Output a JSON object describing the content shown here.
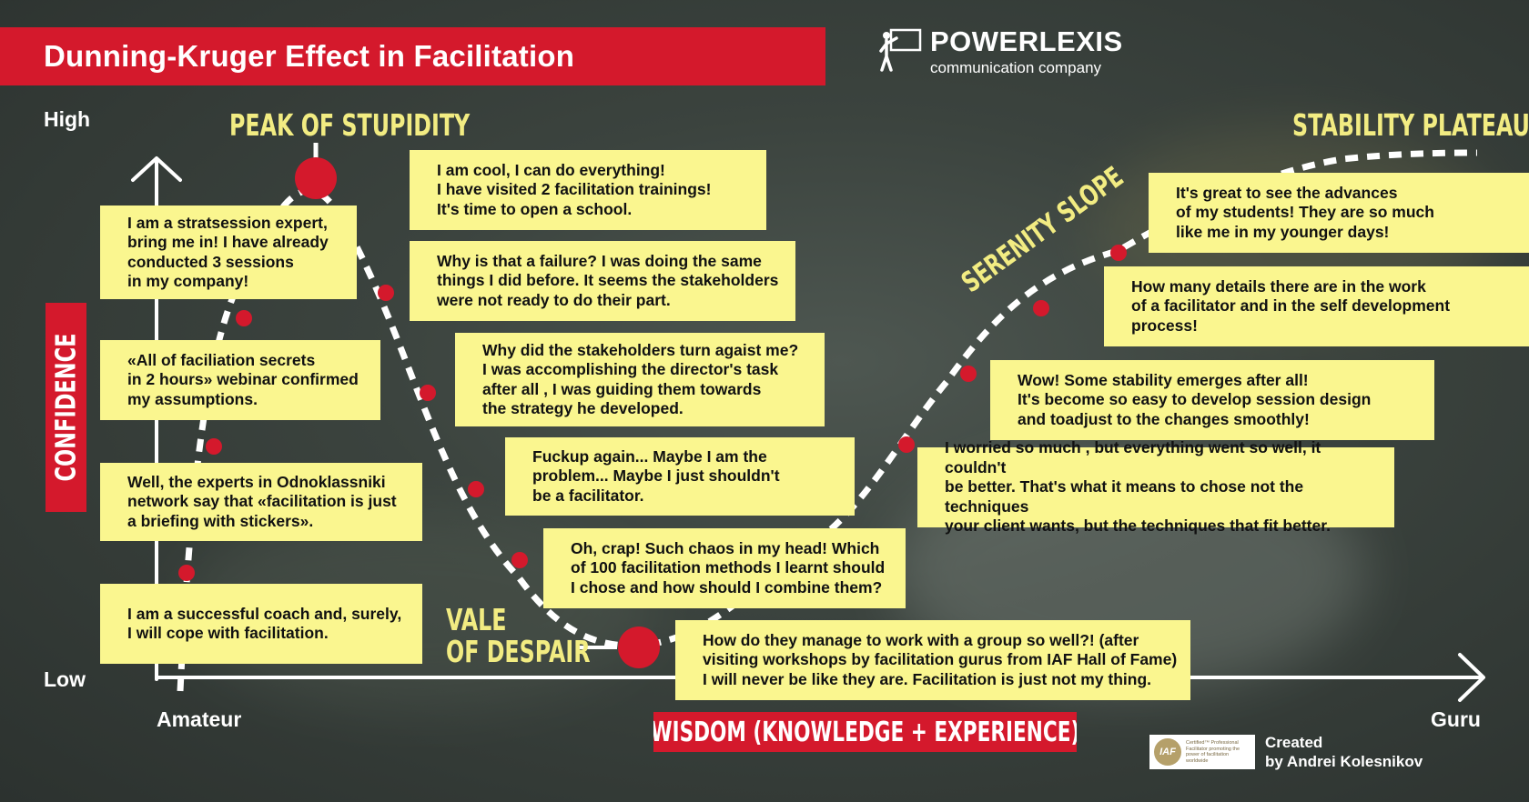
{
  "title": "Dunning-Kruger Effect in Facilitation",
  "brand": {
    "name": "POWERLEXIS",
    "tagline": "communication company"
  },
  "axis": {
    "y_high": "High",
    "y_low": "Low",
    "y_label": "CONFIDENCE",
    "x_start": "Amateur",
    "x_end": "Guru",
    "x_label": "WISDOM (KNOWLEDGE + EXPERIENCE)"
  },
  "stages": {
    "peak": "PEAK OF STUPIDITY",
    "vale_line1": "VALE",
    "vale_line2": "OF DESPAIR",
    "slope": "SERENITY SLOPE",
    "plateau": "STABILITY PLATEAU"
  },
  "bubbles": [
    "I am a stratsession expert,\nbring me in! I have already\nconducted 3 sessions\nin my company!",
    "«All of faciliation secrets\nin 2 hours» webinar confirmed\nmy assumptions.",
    "Well, the experts in Odnoklassniki\nnetwork say that «facilitation is just\na briefing with stickers».",
    "I am a successful coach and, surely,\nI will cope with facilitation.",
    "I am cool, I can do everything!\nI have visited 2 facilitation trainings!\nIt's time to open a school.",
    "Why is that a failure? I was doing the same\nthings I did before. It seems the stakeholders\nwere not ready to do their part.",
    "Why did the stakeholders turn agaist me?\nI was accomplishing the director's task\nafter all , I was guiding them towards\nthe strategy he developed.",
    "Fuckup again... Maybe I am the\nproblem... Maybe I just shouldn't\nbe a facilitator.",
    "Oh, crap! Such chaos in my head! Which\nof 100 facilitation methods I learnt should\nI chose and how should I combine them?",
    "How do they manage to work with a group so well?! (after\nvisiting workshops by facilitation gurus from IAF Hall of Fame)\nI will never be like they are. Facilitation is just not my thing.",
    "I worried so much , but everything went so well, it couldn't\nbe better. That's what it means to chose not the techniques\nyour client wants, but the techniques that fit better.",
    "Wow! Some stability emerges after all!\nIt's become so easy to develop session design\nand toadjust to the changes smoothly!",
    "How many details there are in the work\nof a facilitator and in the self development\nprocess!",
    "It's great to see the advances\nof my students! They are so much\nlike me in my younger days!"
  ],
  "badge": {
    "logo_text": "IAF",
    "text": "Certified™ Professional Facilitator promoting the power of facilitation worldwide"
  },
  "credit": "Created\nby Andrei Kolesnikov",
  "colors": {
    "accent_red": "#d4192c",
    "bubble_yellow": "#faf68f",
    "stage_yellow": "#f2ec82",
    "curve_white": "#ffffff"
  }
}
